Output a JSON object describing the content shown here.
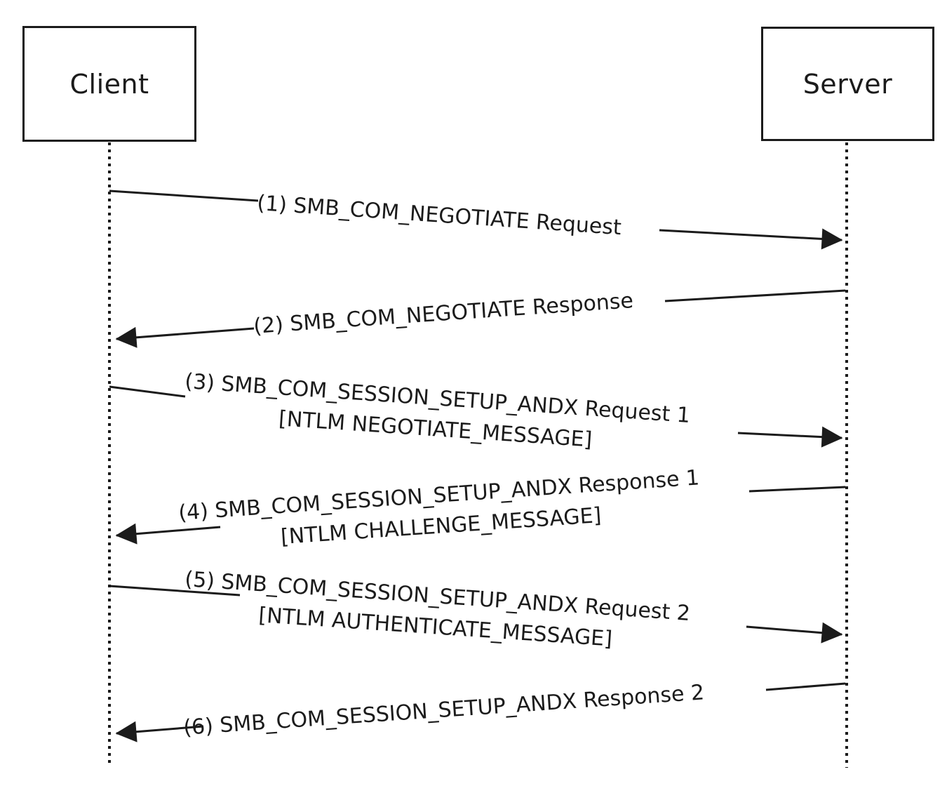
{
  "diagram": {
    "type": "sequence-diagram",
    "colors": {
      "line": "#1b1b1b",
      "text": "#1b1b1b",
      "background": "#ffffff"
    },
    "actors": [
      {
        "label": "Client"
      },
      {
        "label": "Server"
      }
    ],
    "messages": [
      {
        "line1": "(1) SMB_COM_NEGOTIATE Request",
        "from": "Client",
        "to": "Server"
      },
      {
        "line1": "(2) SMB_COM_NEGOTIATE Response",
        "from": "Server",
        "to": "Client"
      },
      {
        "line1": "(3) SMB_COM_SESSION_SETUP_ANDX Request 1",
        "line2": "[NTLM NEGOTIATE_MESSAGE]",
        "from": "Client",
        "to": "Server"
      },
      {
        "line1": "(4) SMB_COM_SESSION_SETUP_ANDX Response 1",
        "line2": "[NTLM CHALLENGE_MESSAGE]",
        "from": "Server",
        "to": "Client"
      },
      {
        "line1": "(5) SMB_COM_SESSION_SETUP_ANDX Request 2",
        "line2": "[NTLM AUTHENTICATE_MESSAGE]",
        "from": "Client",
        "to": "Server"
      },
      {
        "line1": "(6) SMB_COM_SESSION_SETUP_ANDX Response 2",
        "from": "Server",
        "to": "Client"
      }
    ]
  }
}
